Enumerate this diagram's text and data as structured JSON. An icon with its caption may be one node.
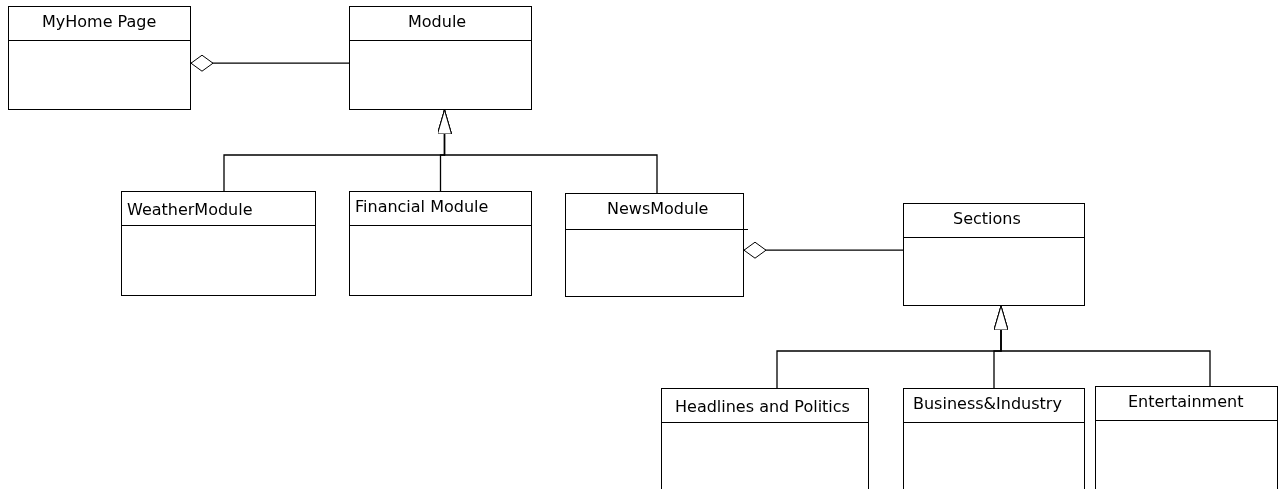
{
  "diagram": {
    "nodes": [
      {
        "text": [
          "MyHome Page"
        ]
      },
      {
        "text": [
          "Module"
        ]
      },
      {
        "text": [
          "WeatherModule"
        ]
      },
      {
        "text": [
          "Financial Module"
        ]
      },
      {
        "text": [
          "NewsModule"
        ]
      },
      {
        "text": [
          "Sections"
        ]
      },
      {
        "text": [
          "Headlines and Politics"
        ]
      },
      {
        "text": [
          "Business&Industry"
        ]
      },
      {
        "text": [
          "Entertainment"
        ]
      }
    ],
    "edges": [
      {
        "from": 1,
        "to": 0,
        "arrow": "other"
      },
      {
        "from": 2,
        "to": 1,
        "arrow": "to"
      },
      {
        "from": 3,
        "to": 1,
        "arrow": "to"
      },
      {
        "from": 4,
        "to": 1,
        "arrow": "to"
      },
      {
        "from": 5,
        "to": 4,
        "arrow": "other"
      },
      {
        "from": 6,
        "to": 5,
        "arrow": "to"
      },
      {
        "from": 7,
        "to": 5,
        "arrow": "to"
      },
      {
        "from": 8,
        "to": 5,
        "arrow": "to"
      }
    ]
  }
}
